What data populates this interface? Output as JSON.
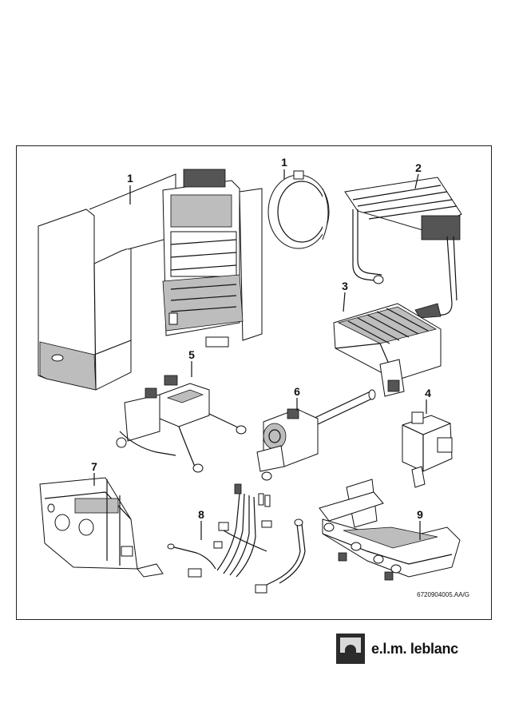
{
  "diagram": {
    "callouts": {
      "casing": "1",
      "expansion_vessel": "1",
      "heat_exchanger": "2",
      "burner": "3",
      "gas_valve": "4",
      "hydraulic_group": "5",
      "pump": "6",
      "control_panel": "7",
      "wiring_harness": "8",
      "manifold": "9"
    },
    "reference_code": "6720904005.AA/G"
  },
  "brand": {
    "logo_text": "e.l.m. leblanc"
  }
}
